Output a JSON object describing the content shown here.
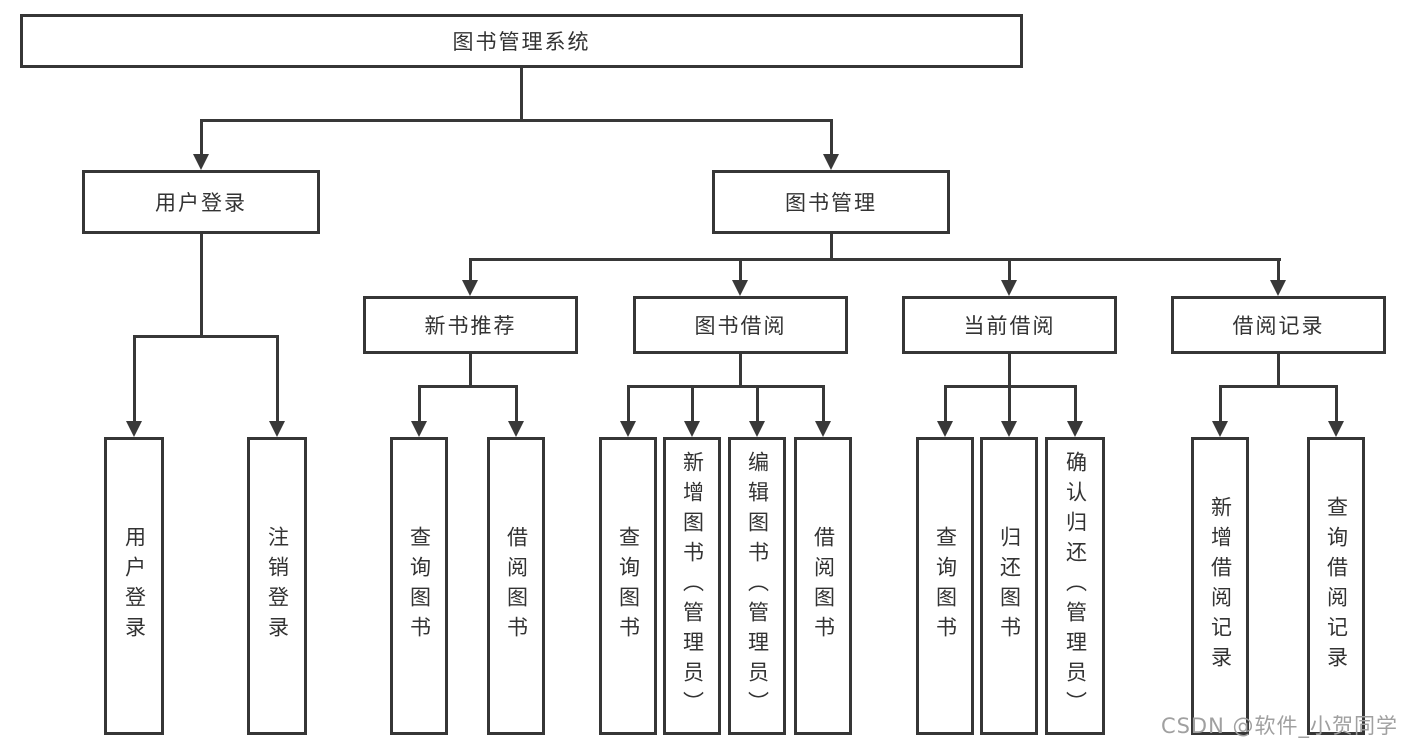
{
  "colors": {
    "line": "#383838",
    "box_border": "#363636",
    "box_background": "#ffffff",
    "text": "#333333",
    "watermark": "#a0a0a0"
  },
  "watermark": "CSDN @软件_小贺同学",
  "tree": {
    "label": "图书管理系统",
    "children": [
      {
        "label": "用户登录",
        "children": [
          {
            "label": "用户登录"
          },
          {
            "label": "注销登录"
          }
        ]
      },
      {
        "label": "图书管理",
        "children": [
          {
            "label": "新书推荐",
            "children": [
              {
                "label": "查询图书"
              },
              {
                "label": "借阅图书"
              }
            ]
          },
          {
            "label": "图书借阅",
            "children": [
              {
                "label": "查询图书"
              },
              {
                "label": "新增图书（管理员）"
              },
              {
                "label": "编辑图书（管理员）"
              },
              {
                "label": "借阅图书"
              }
            ]
          },
          {
            "label": "当前借阅",
            "children": [
              {
                "label": "查询图书"
              },
              {
                "label": "归还图书"
              },
              {
                "label": "确认归还（管理员）"
              }
            ]
          },
          {
            "label": "借阅记录",
            "children": [
              {
                "label": "新增借阅记录"
              },
              {
                "label": "查询借阅记录"
              }
            ]
          }
        ]
      }
    ]
  }
}
